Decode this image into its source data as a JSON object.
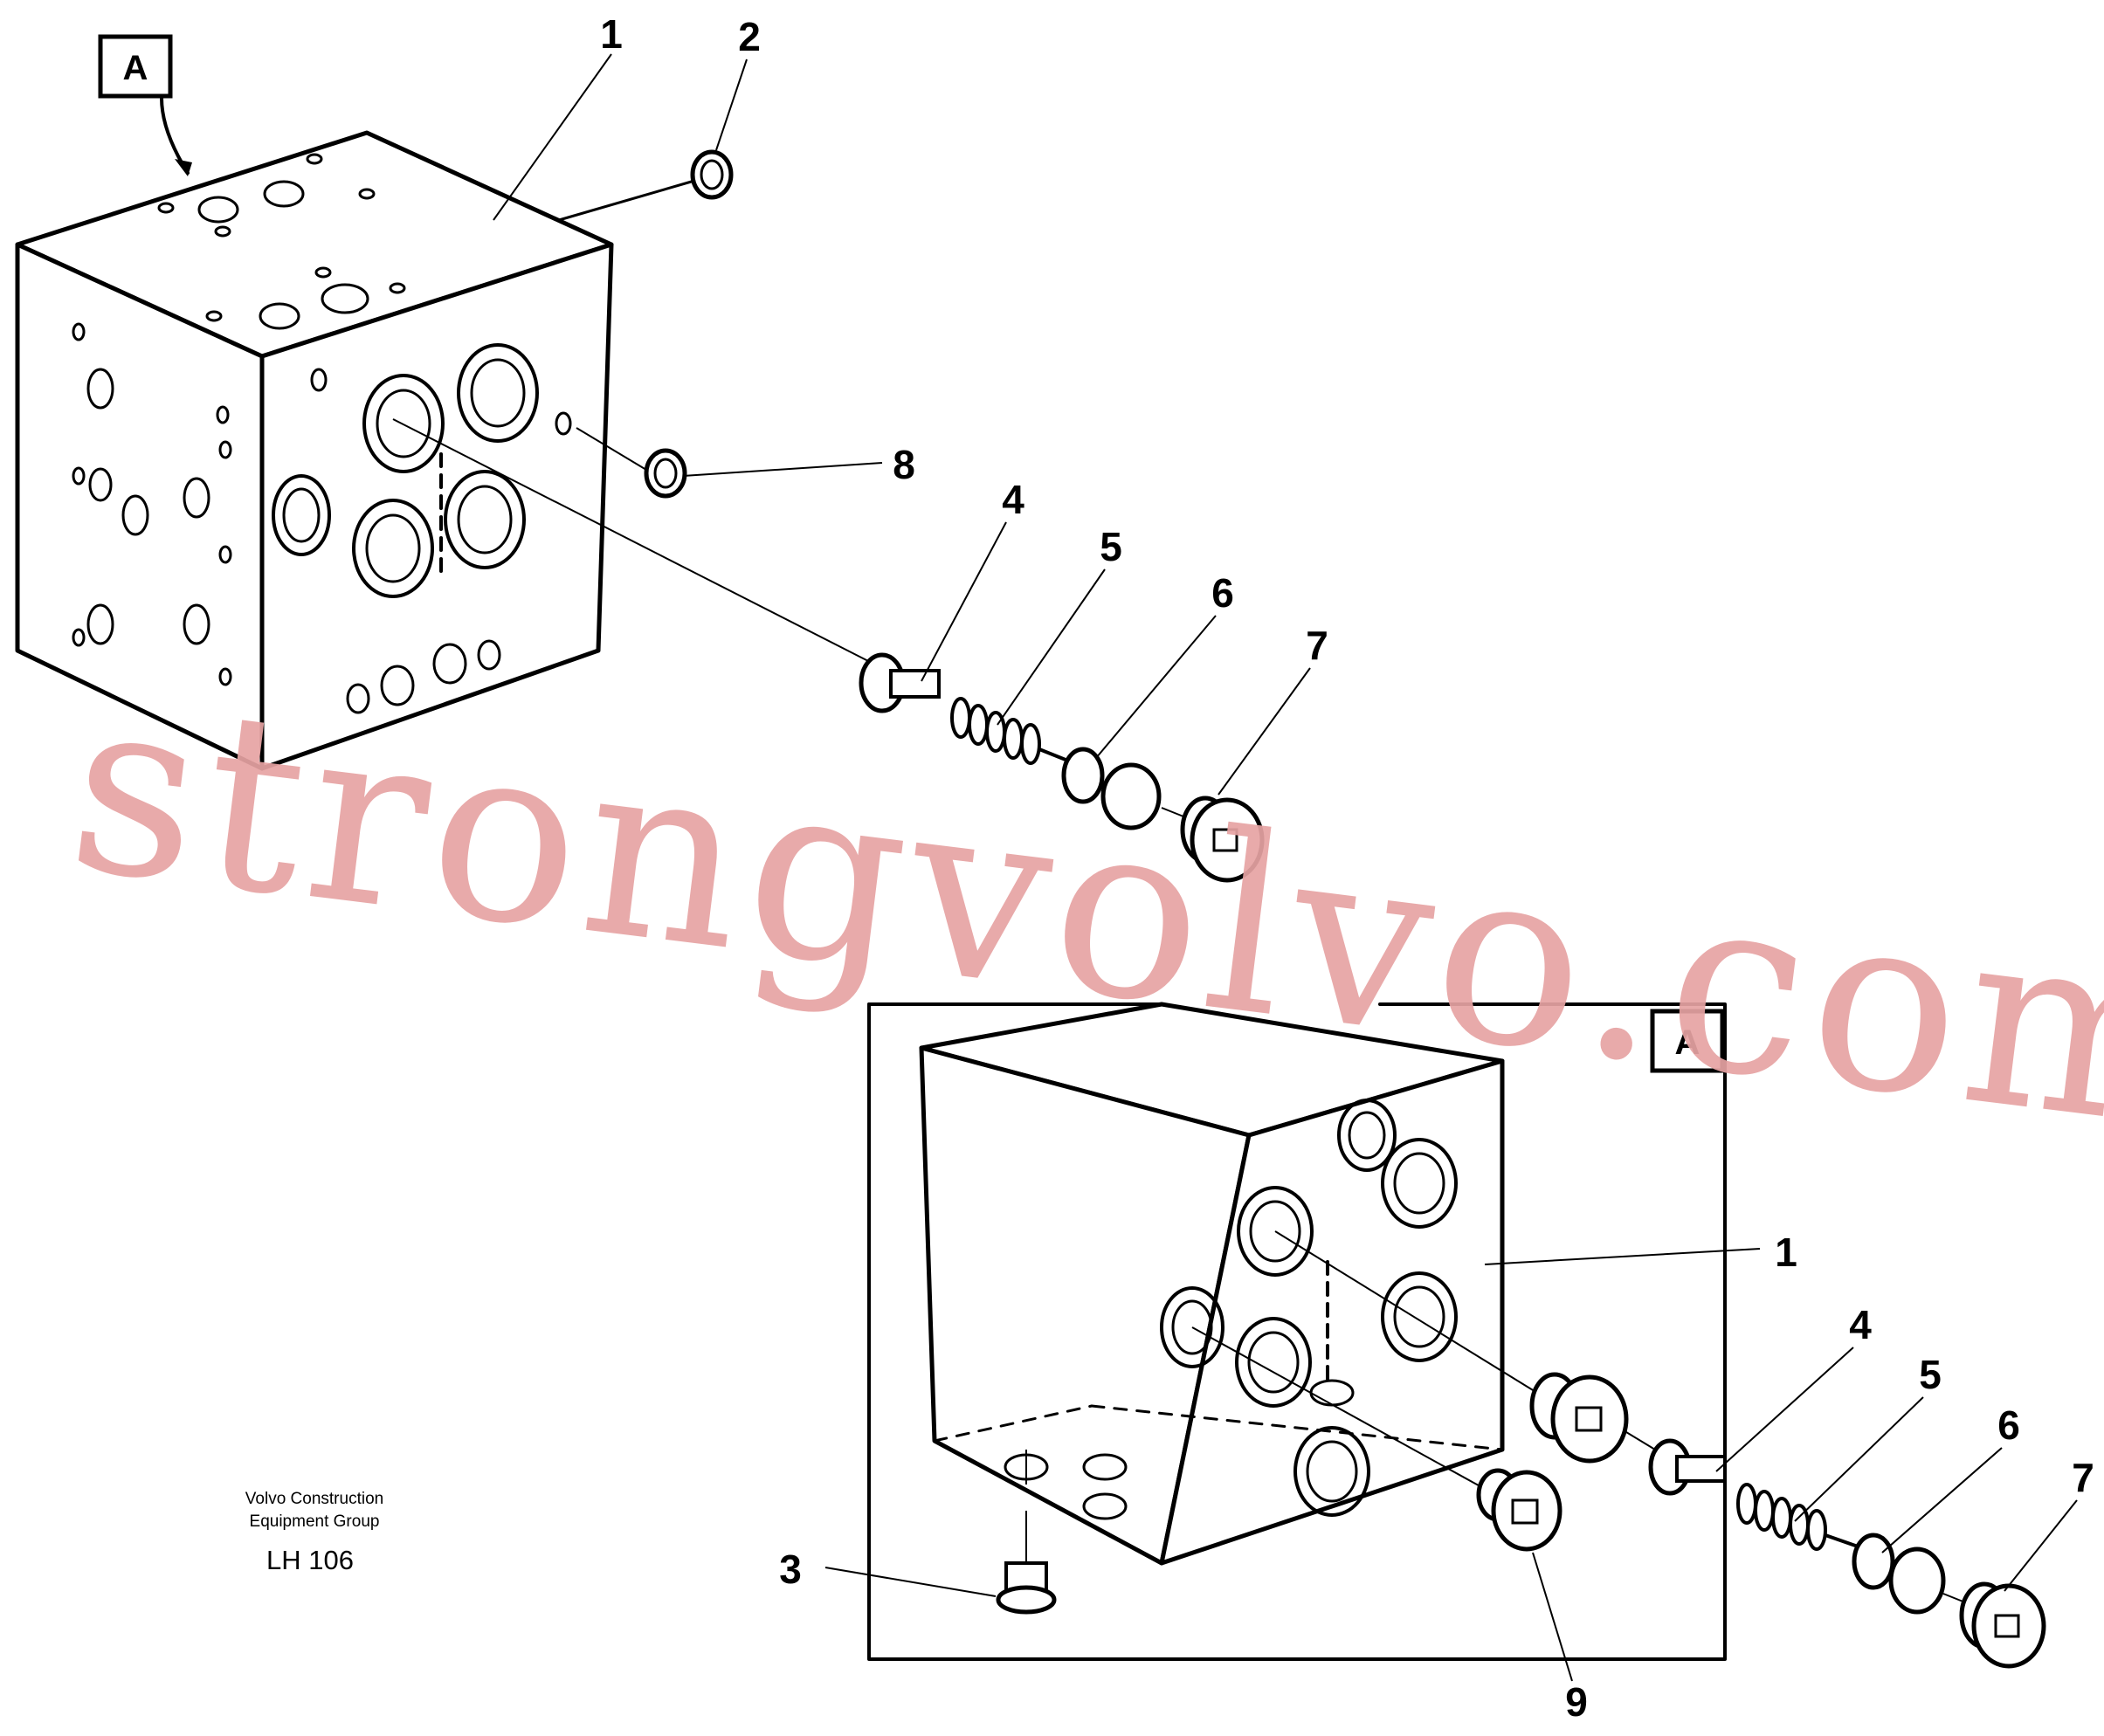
{
  "diagram": {
    "reference_box_label": "A",
    "credit_line1": "Volvo Construction",
    "credit_line2": "Equipment Group",
    "drawing_code": "LH 106",
    "watermark": "strongvolvo.com",
    "upper_callouts": [
      "1",
      "2",
      "8",
      "4",
      "5",
      "6",
      "7"
    ],
    "lower_callouts": [
      "1",
      "4",
      "5",
      "6",
      "7",
      "3",
      "9"
    ]
  }
}
